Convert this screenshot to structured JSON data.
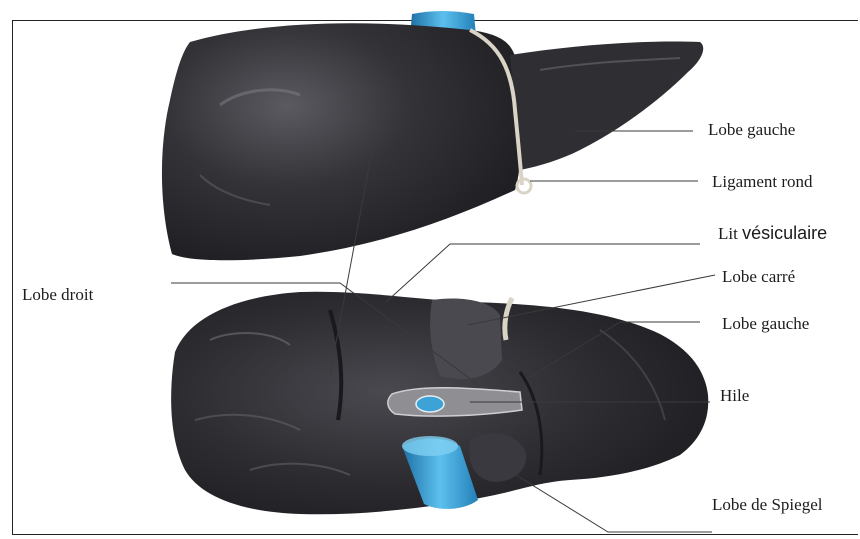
{
  "labels": {
    "lobe_gauche_top": "Lobe gauche",
    "ligament_rond": "Ligament rond",
    "lit_a": "Lit",
    "lit_b": "vésiculaire",
    "lobe_carre": "Lobe carré",
    "lobe_gauche_bottom": "Lobe gauche",
    "hile": "Hile",
    "lobe_de_spiegel": "Lobe de Spiegel",
    "lobe_droit": "Lobe droit"
  },
  "colors": {
    "liver": "#2c2b2f",
    "liver_highlight": "#5a595f",
    "vessel": "#3da2d6",
    "leader_line": "#3a3a3a",
    "hilum": "#8f8f93"
  }
}
